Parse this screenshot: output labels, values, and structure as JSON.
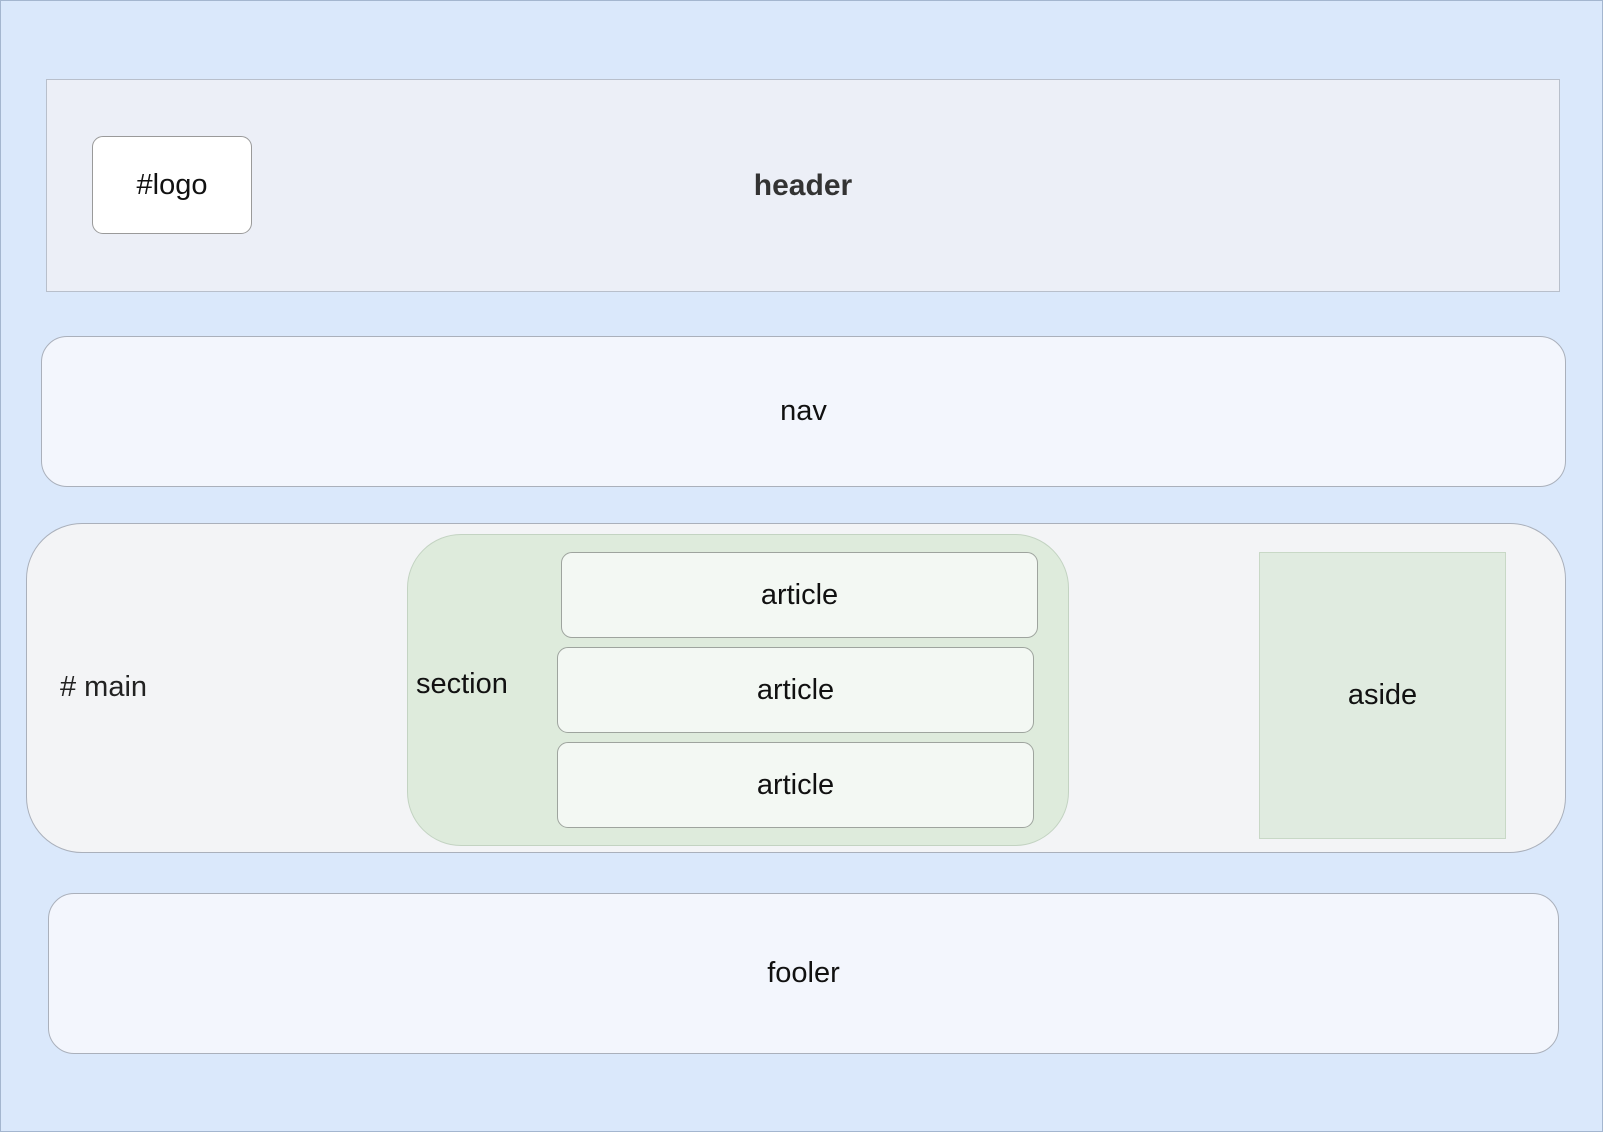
{
  "diagram": {
    "header": {
      "label": "header"
    },
    "logo": {
      "label": "#logo"
    },
    "nav": {
      "label": "nav"
    },
    "main": {
      "label": "# main"
    },
    "section": {
      "label": "section",
      "articles": [
        {
          "label": "article"
        },
        {
          "label": "article"
        },
        {
          "label": "article"
        }
      ]
    },
    "aside": {
      "label": "aside"
    },
    "footer": {
      "label": "fooler"
    }
  },
  "colors": {
    "page_background": "#dae8fb",
    "header_fill": "#eceff7",
    "nav_fill": "#f3f6fd",
    "main_fill": "#f3f4f6",
    "section_fill": "#deebdc",
    "article_fill": "#f3f8f3",
    "aside_fill": "#e0ebe0",
    "footer_fill": "#f3f6fd"
  }
}
